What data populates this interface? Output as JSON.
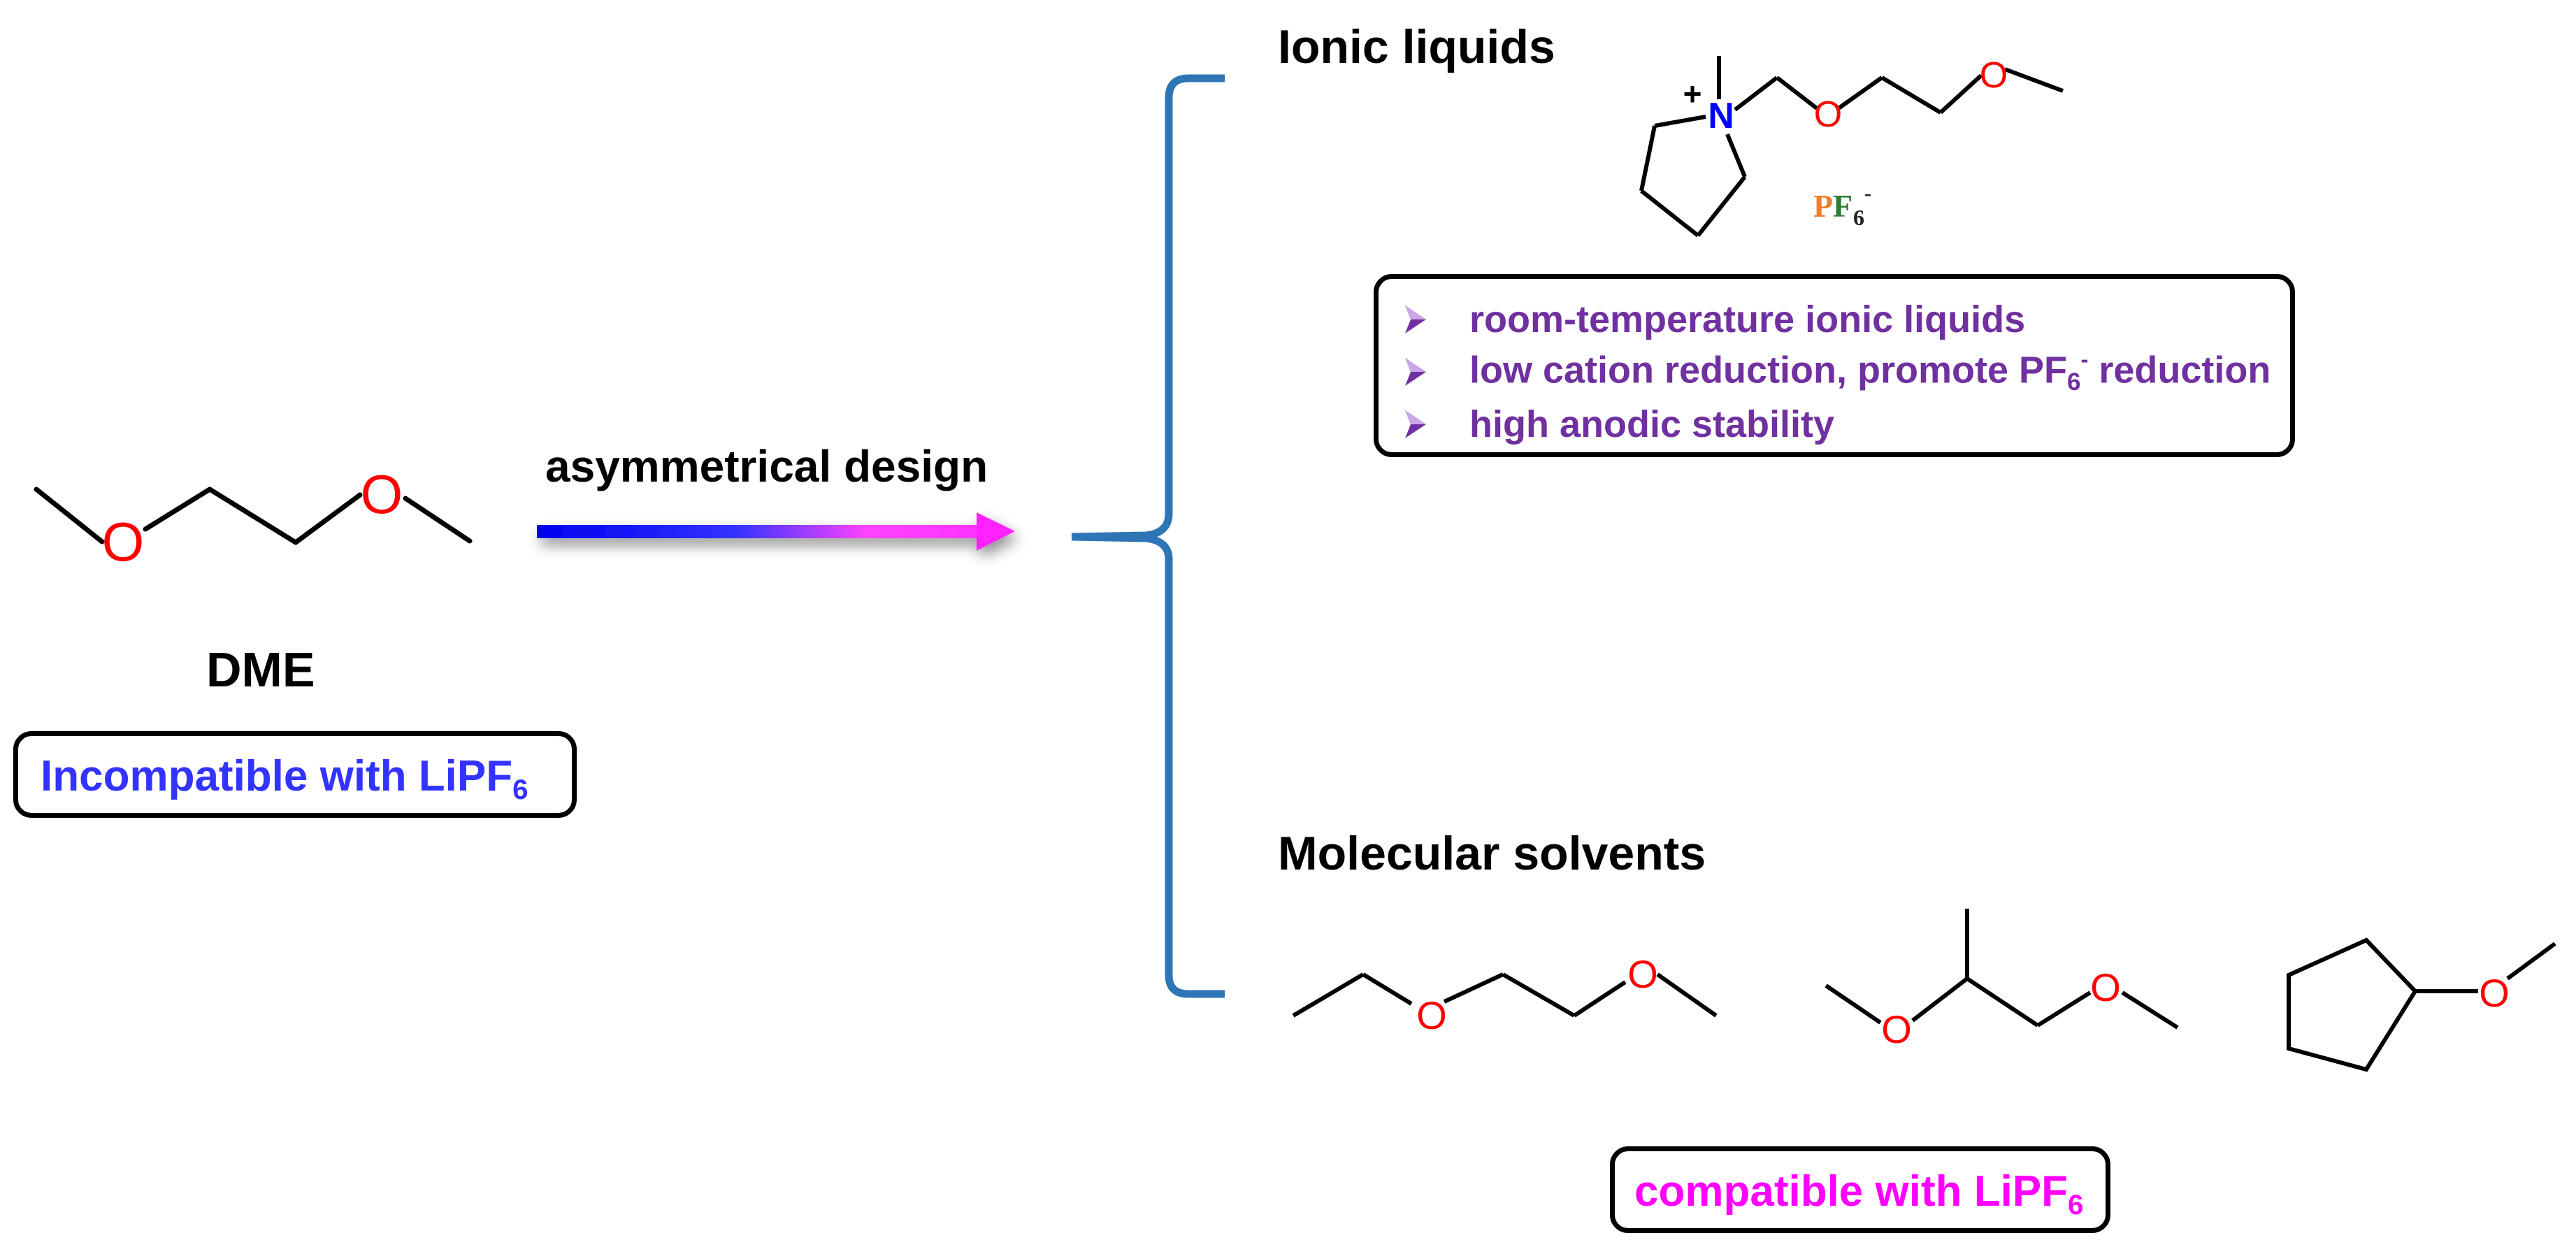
{
  "left": {
    "molecule_name": "DME",
    "molecule_atoms": [
      "O",
      "O"
    ],
    "compat_box": {
      "text": "Incompatible with LiPF",
      "subscript": "6",
      "color": "#3333ff"
    }
  },
  "arrow": {
    "label": "asymmetrical design",
    "gradient_start": "#0000ee",
    "gradient_end": "#ff33ff"
  },
  "brace": {
    "color": "#2e75b6"
  },
  "ionic": {
    "title": "Ionic liquids",
    "cation_charge": "+",
    "nitrogen_label": "N",
    "oxygen_labels": [
      "O",
      "O"
    ],
    "anion": {
      "p": "P",
      "f": "F",
      "sub": "6",
      "charge": "-",
      "p_color": "#ed7d31",
      "f_color": "#2e7d32"
    },
    "bullets": [
      {
        "text": "room-temperature ionic liquids"
      },
      {
        "text_before": "low cation reduction, promote PF",
        "sub": "6",
        "sup": "-",
        "text_after": " reduction"
      },
      {
        "text": "high anodic stability"
      }
    ],
    "bullet_color": "#7030a0"
  },
  "molecular": {
    "title": "Molecular solvents",
    "molecule_count": 3,
    "oxygen_label": "O",
    "compat_box": {
      "text": "compatible with LiPF",
      "subscript": "6",
      "color": "#ff00ff"
    }
  },
  "colors": {
    "oxygen": "#ff0000",
    "nitrogen": "#0000ff",
    "bond": "#000000"
  }
}
